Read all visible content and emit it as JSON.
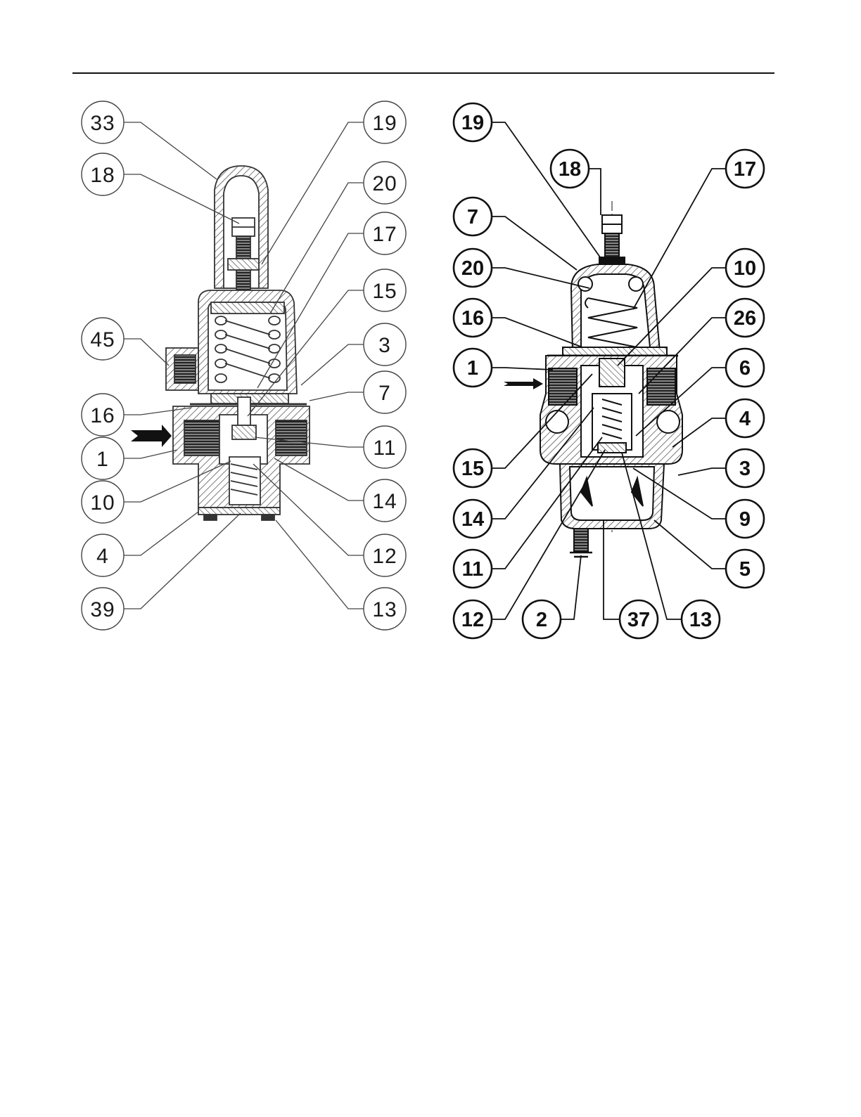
{
  "colors": {
    "ink": "#111111",
    "line": "#333333",
    "paper": "#ffffff",
    "hatch": "#555555"
  },
  "left_diagram": {
    "labels": {
      "c33": "33",
      "c18": "18",
      "c19": "19",
      "c20": "20",
      "c17": "17",
      "c15": "15",
      "c45": "45",
      "c3": "3",
      "c7": "7",
      "c16": "16",
      "c1": "1",
      "c11": "11",
      "c10": "10",
      "c14": "14",
      "c4": "4",
      "c12": "12",
      "c39": "39",
      "c13": "13"
    }
  },
  "right_diagram": {
    "labels": {
      "c19": "19",
      "c18": "18",
      "c17": "17",
      "c7": "7",
      "c20": "20",
      "c10": "10",
      "c16": "16",
      "c26": "26",
      "c1": "1",
      "c6": "6",
      "c4": "4",
      "c15": "15",
      "c3": "3",
      "c14": "14",
      "c9": "9",
      "c11": "11",
      "c5": "5",
      "c12": "12",
      "c2": "2",
      "c37": "37",
      "c13": "13"
    }
  }
}
